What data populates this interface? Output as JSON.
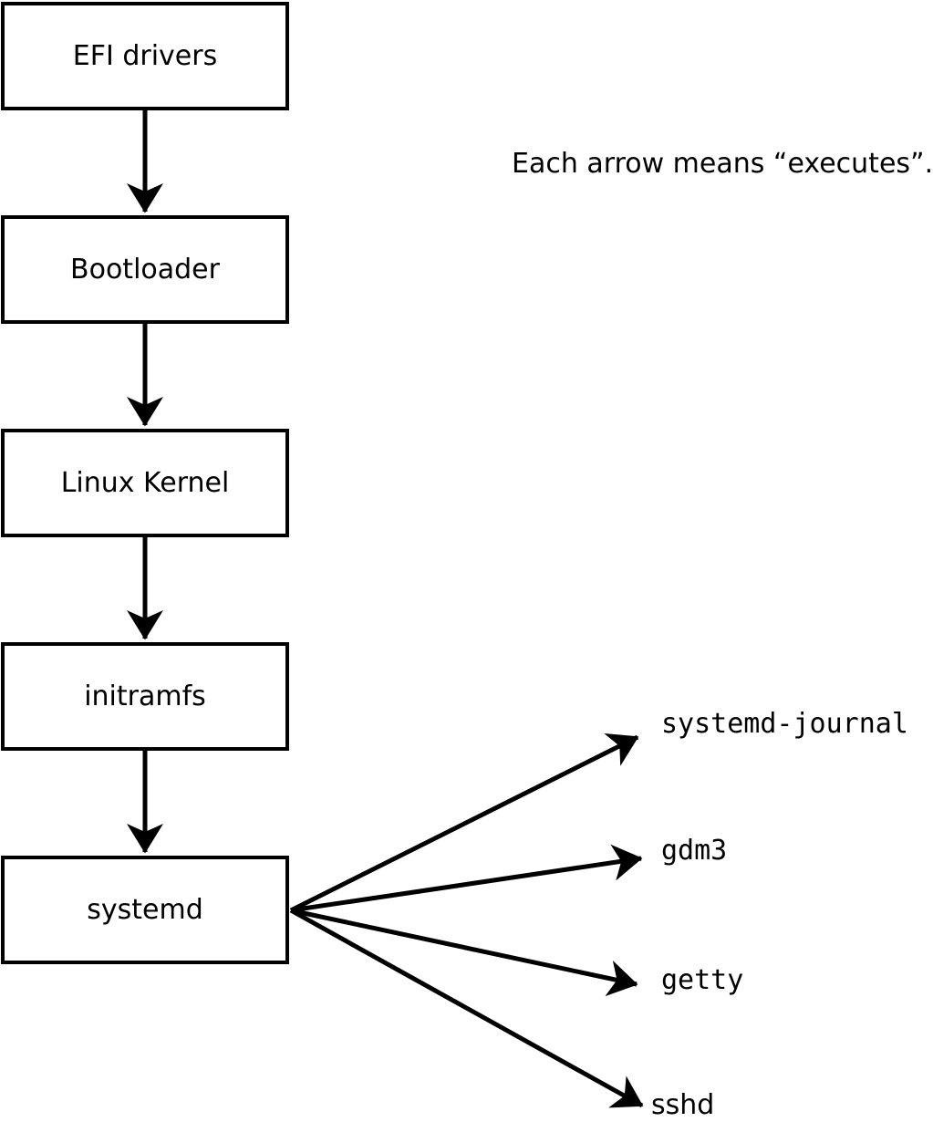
{
  "diagram": {
    "note": "Each arrow means “executes”.",
    "boot_chain": [
      {
        "label": "EFI drivers"
      },
      {
        "label": "Bootloader"
      },
      {
        "label": "Linux Kernel"
      },
      {
        "label": "initramfs"
      },
      {
        "label": "systemd"
      }
    ],
    "spawned": [
      {
        "label": "systemd-journal"
      },
      {
        "label": "gdm3"
      },
      {
        "label": "getty"
      },
      {
        "label": "sshd"
      }
    ],
    "colors": {
      "line": "#000000",
      "background": "#ffffff"
    }
  }
}
